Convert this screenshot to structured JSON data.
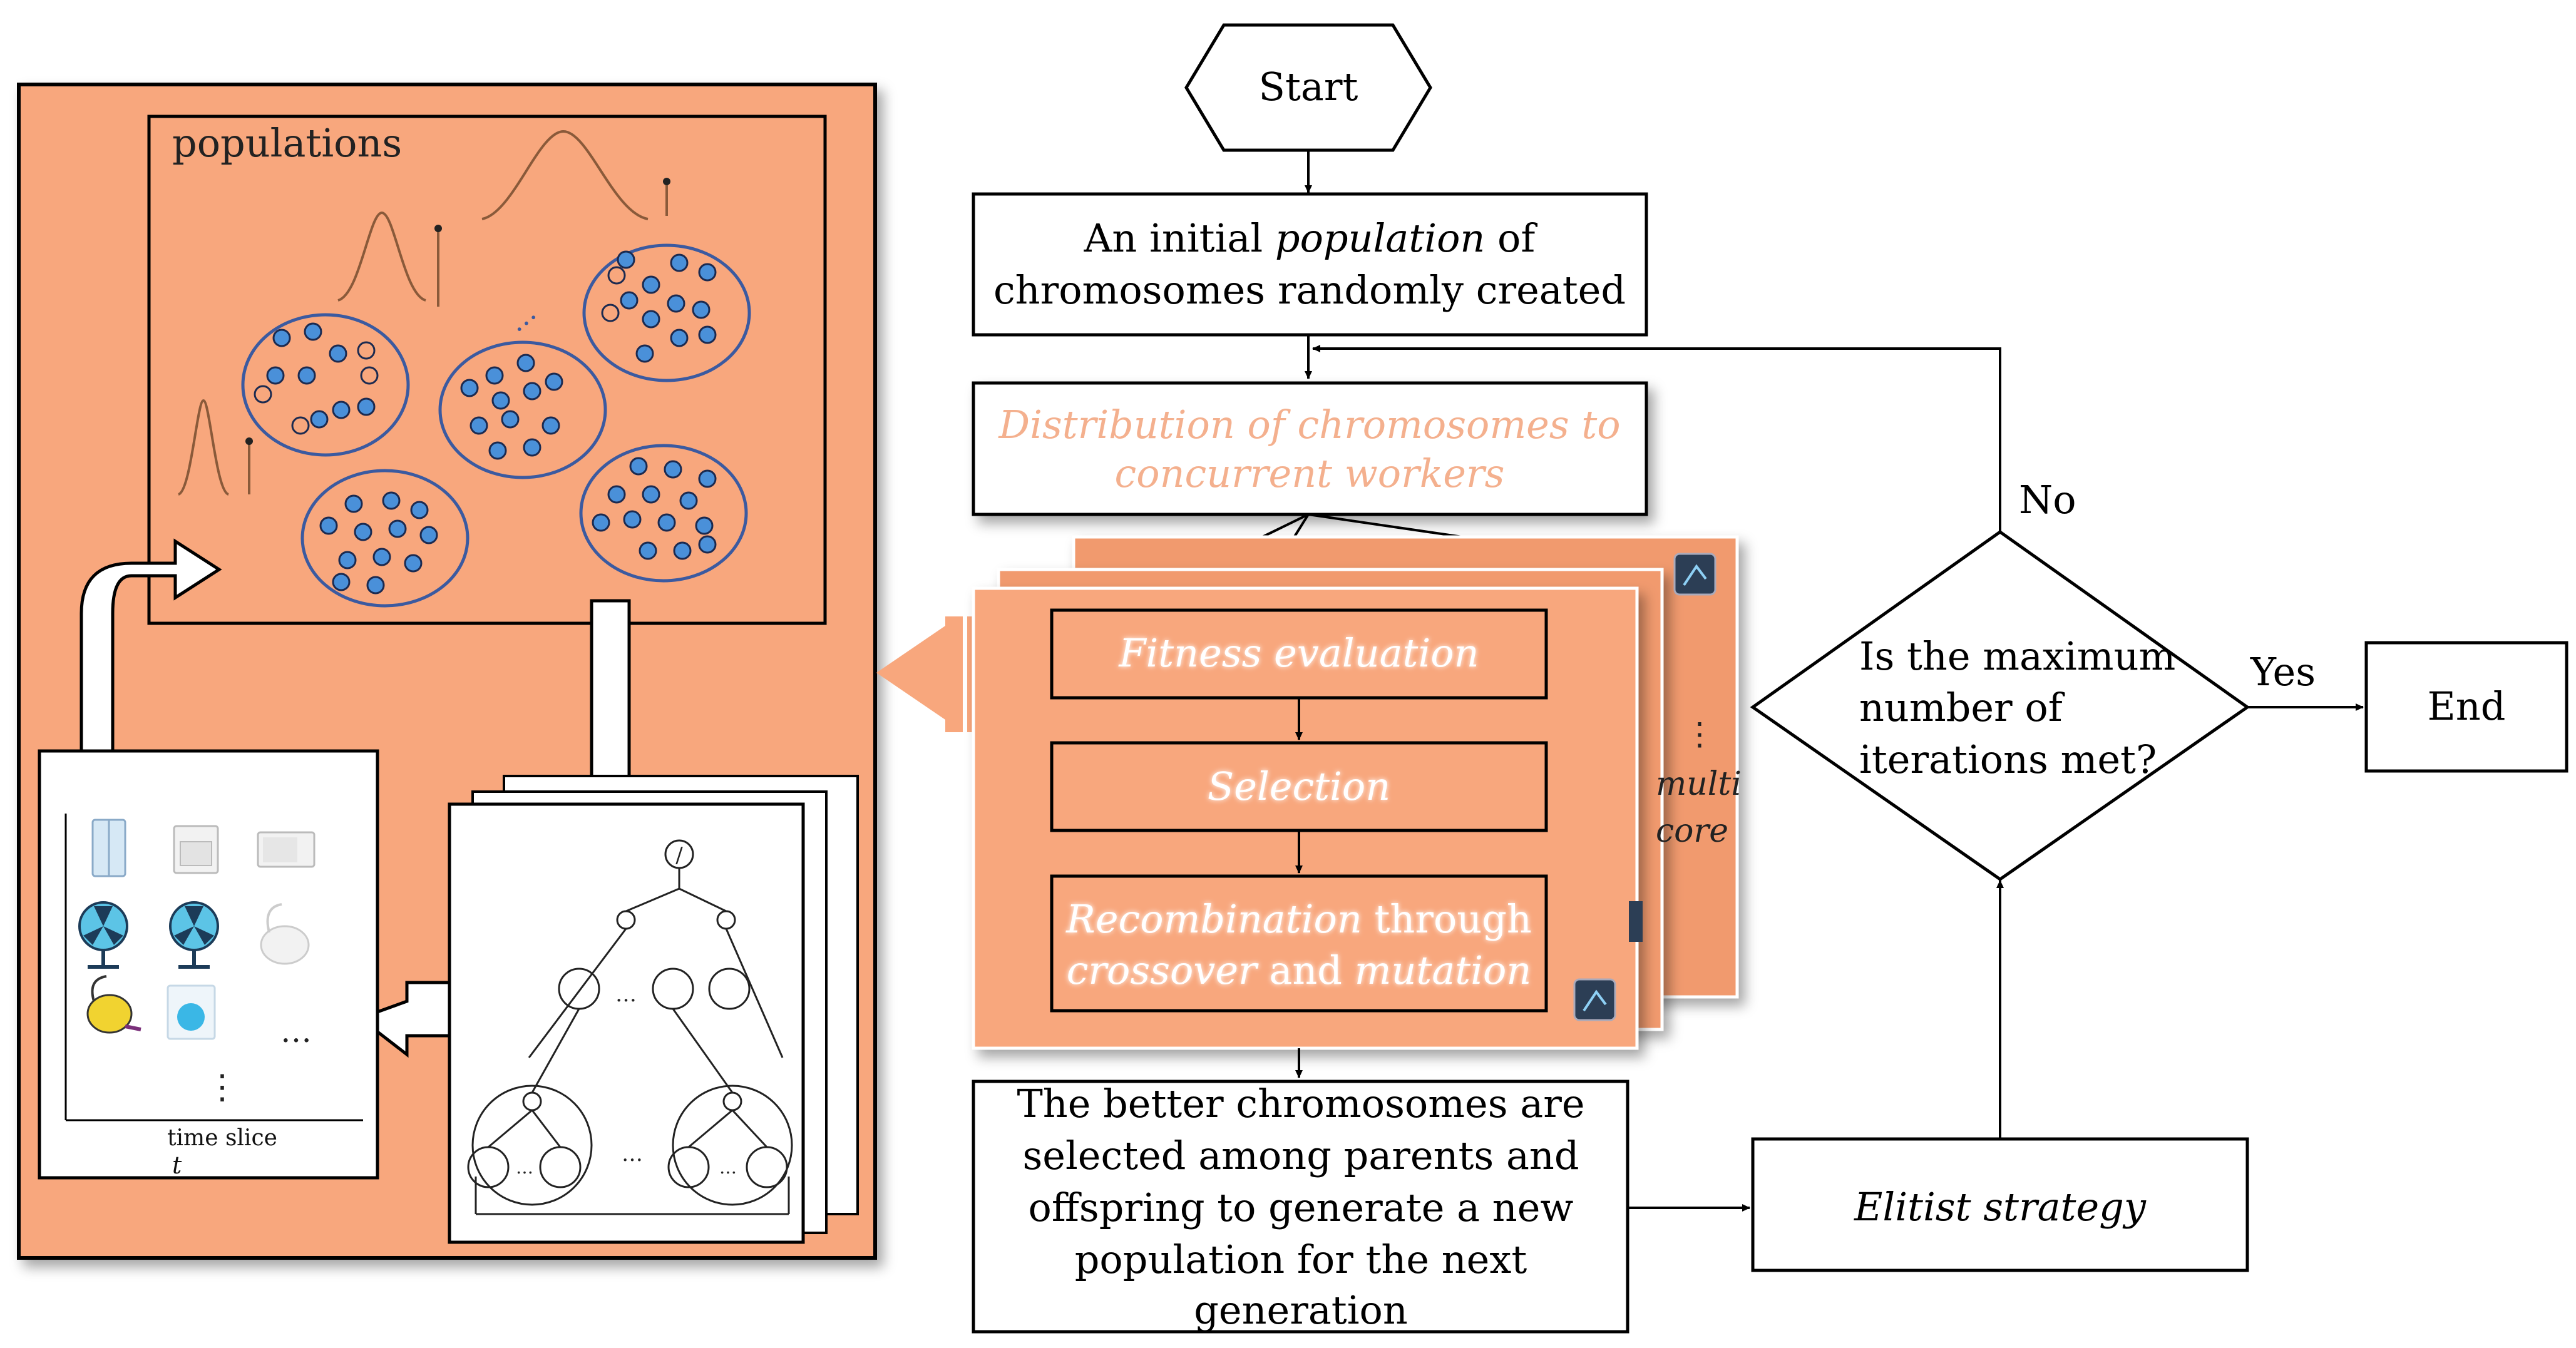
{
  "colors": {
    "panel": "#F8A77D",
    "panel_dark": "#F19A6E",
    "dot_blue": "#4A90D9",
    "ring": "#3B5AA0",
    "line": "#000000",
    "faded_text": "#F4B08E",
    "white": "#FFFFFF"
  },
  "flow": {
    "start": "Start",
    "init_line1_a": "An initial ",
    "init_line1_b": "population",
    "init_line1_c": " of",
    "init_line2": "chromosomes randomly created",
    "dist_line1": "Distribution of chromosomes to",
    "dist_line2": "concurrent workers",
    "fitness": "Fitness evaluation",
    "selection": "Selection",
    "recomb_line1_a": "Recombination",
    "recomb_line1_b": " through",
    "recomb_line2_a": "crossover",
    "recomb_line2_b": " and ",
    "recomb_line2_c": "mutation",
    "multi_core_line1": "multi",
    "multi_core_line2": "core",
    "ellipsis": "…",
    "better_lines": [
      "The better chromosomes are",
      "selected among parents and",
      "offspring to generate a new",
      "population for the next",
      "generation"
    ],
    "elitist": "Elitist strategy",
    "decision_lines": [
      "Is the maximum",
      "number of",
      "iterations met?"
    ],
    "no": "No",
    "yes": "Yes",
    "end": "End"
  },
  "left_panel": {
    "populations_label": "populations",
    "time_slice_label": "time slice",
    "t_label": "t",
    "ellipsis": "…",
    "vertical_ellipsis": "⋮",
    "network_ellipsis": "…",
    "network_top_symbol": "/"
  },
  "icons": [
    "refrigerator-icon",
    "oven-icon",
    "microwave-icon",
    "fan-icon",
    "fan-icon",
    "vacuum-icon",
    "vacuum-icon",
    "washing-machine-icon",
    "processor-core-icon"
  ]
}
